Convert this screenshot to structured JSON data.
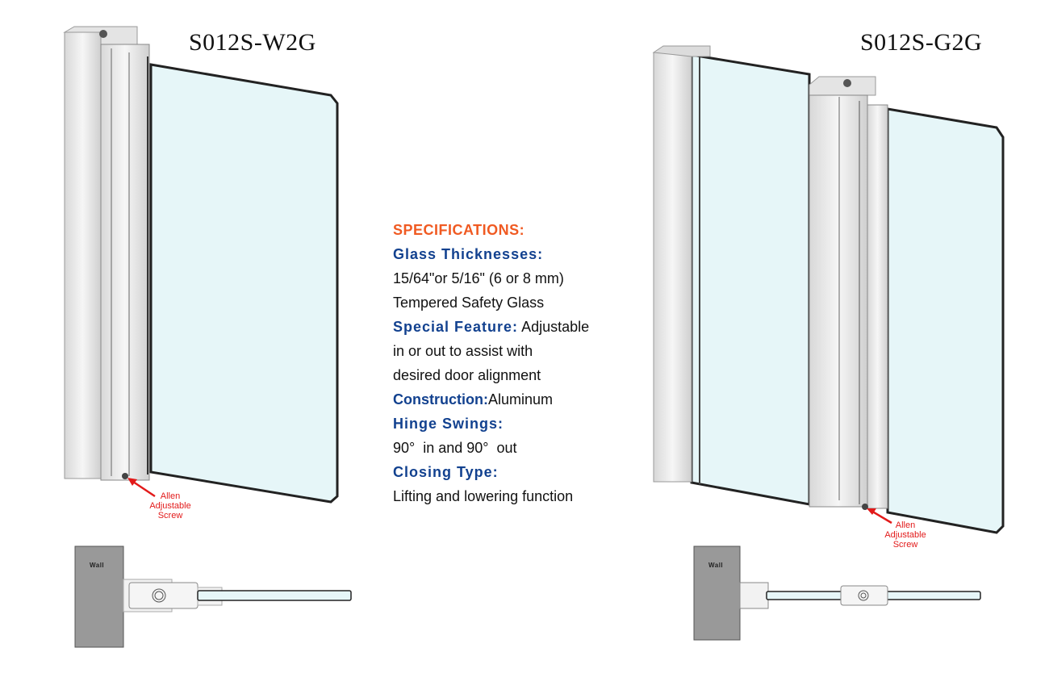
{
  "products": [
    {
      "model": "S012S-W2G",
      "callout": [
        "Allen",
        "Adjustable",
        "Screw"
      ],
      "wall_label": "Wall"
    },
    {
      "model": "S012S-G2G",
      "callout": [
        "Allen",
        "Adjustable",
        "Screw"
      ],
      "wall_label": "Wall"
    }
  ],
  "specs": {
    "heading": "SPECIFICATIONS:",
    "glass_label": "Glass Thicknesses:",
    "glass_line1": "15/64\"or 5/16\" (6 or 8 mm)",
    "glass_line2": "Tempered Safety Glass",
    "feature_label": "Special Feature:",
    "feature_line1": " Adjustable",
    "feature_line2": "in or out to assist with",
    "feature_line3": "desired door alignment",
    "construction_label": "Construction:",
    "construction_value": "Aluminum",
    "swing_label": "Hinge Swings:",
    "swing_value": "90°  in and 90°  out",
    "closing_label": "Closing Type:",
    "closing_value": "Lifting and lowering function"
  },
  "colors": {
    "heading": "#f05a22",
    "label": "#12418f",
    "callout": "#e21a1a",
    "glass": "#e6f6f8"
  }
}
